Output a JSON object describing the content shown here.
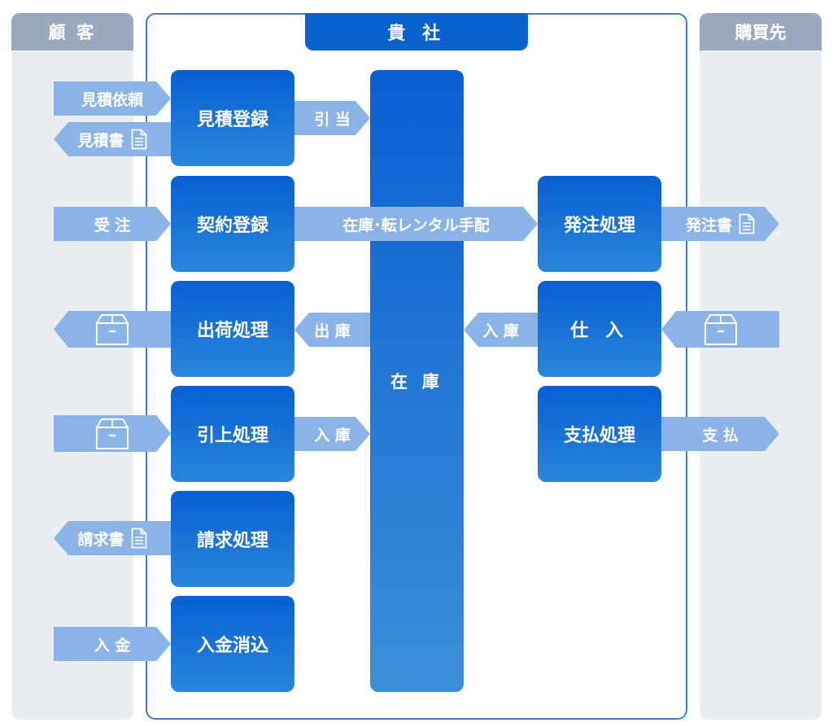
{
  "columns": {
    "customer": "顧 客",
    "company": "貴 社",
    "supplier": "購買先"
  },
  "inventory_label": "在 庫",
  "process_boxes": {
    "estimate": "見積登録",
    "contract": "契約登録",
    "shipping": "出荷処理",
    "pickup": "引上処理",
    "billing": "請求処理",
    "payment_clearing": "入金消込",
    "purchase_order": "発注処理",
    "procurement": "仕 入",
    "payment_processing": "支払処理"
  },
  "arrows": {
    "estimate_request": "見積依頼",
    "estimate_doc": "見積書",
    "allocation": "引 当",
    "order_received": "受 注",
    "arrangement": "在庫･転レンタル手配",
    "po_doc": "発注書",
    "ship_out": "出 庫",
    "stock_in_from_purchase": "入 庫",
    "stock_in_from_pickup": "入 庫",
    "invoice_doc": "請求書",
    "payment_received": "入 金",
    "payment_out": "支 払"
  },
  "icons": {
    "document": "document-icon",
    "package": "package-box-icon"
  },
  "colors": {
    "primary": "#0a62d1",
    "arrow": "#8ab4e8",
    "side_column": "#e9eef3",
    "side_header": "#9aaabe"
  }
}
